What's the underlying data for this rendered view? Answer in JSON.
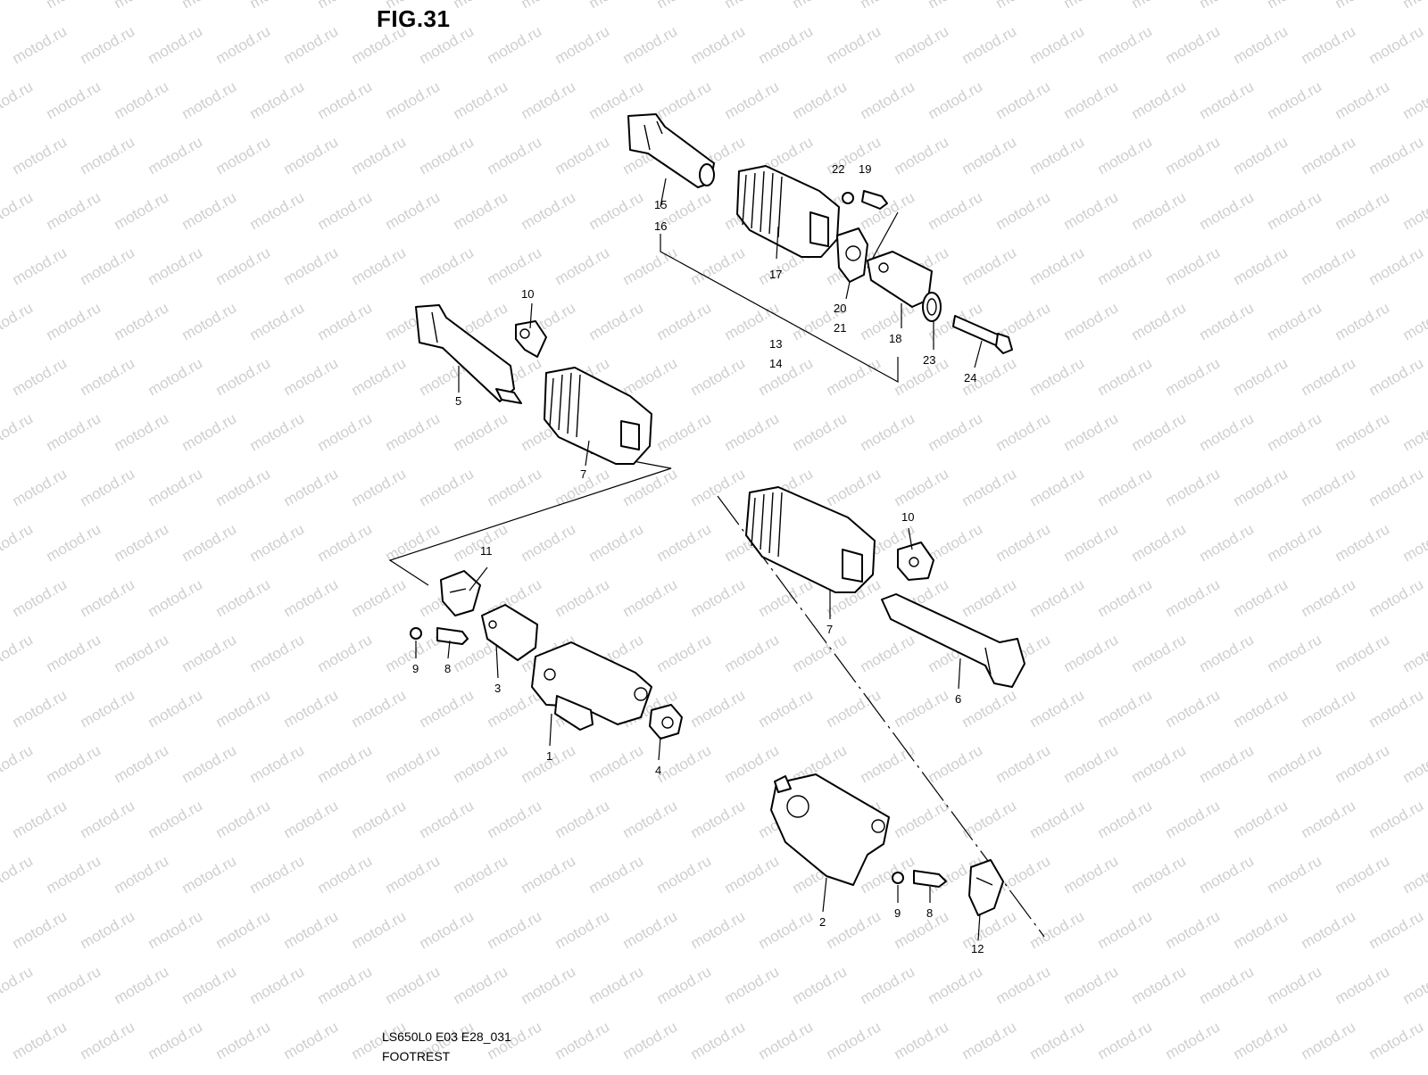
{
  "figure": {
    "title": "FIG.31",
    "code": "LS650L0 E03 E28_031",
    "name": "FOOTREST"
  },
  "watermark": {
    "text": "motod.ru",
    "color": "#cfcfcf"
  },
  "callouts": [
    {
      "id": "c1",
      "text": "1"
    },
    {
      "id": "c2",
      "text": "2"
    },
    {
      "id": "c3",
      "text": "3"
    },
    {
      "id": "c4",
      "text": "4"
    },
    {
      "id": "c5",
      "text": "5"
    },
    {
      "id": "c6",
      "text": "6"
    },
    {
      "id": "c7a",
      "text": "7"
    },
    {
      "id": "c7b",
      "text": "7"
    },
    {
      "id": "c8a",
      "text": "8"
    },
    {
      "id": "c8b",
      "text": "8"
    },
    {
      "id": "c9a",
      "text": "9"
    },
    {
      "id": "c9b",
      "text": "9"
    },
    {
      "id": "c10a",
      "text": "10"
    },
    {
      "id": "c10b",
      "text": "10"
    },
    {
      "id": "c11",
      "text": "11"
    },
    {
      "id": "c12",
      "text": "12"
    },
    {
      "id": "c13",
      "text": "13"
    },
    {
      "id": "c14",
      "text": "14"
    },
    {
      "id": "c15",
      "text": "15"
    },
    {
      "id": "c16",
      "text": "16"
    },
    {
      "id": "c17",
      "text": "17"
    },
    {
      "id": "c18",
      "text": "18"
    },
    {
      "id": "c19",
      "text": "19"
    },
    {
      "id": "c20",
      "text": "20"
    },
    {
      "id": "c21",
      "text": "21"
    },
    {
      "id": "c22",
      "text": "22"
    },
    {
      "id": "c23",
      "text": "23"
    },
    {
      "id": "c24",
      "text": "24"
    }
  ]
}
